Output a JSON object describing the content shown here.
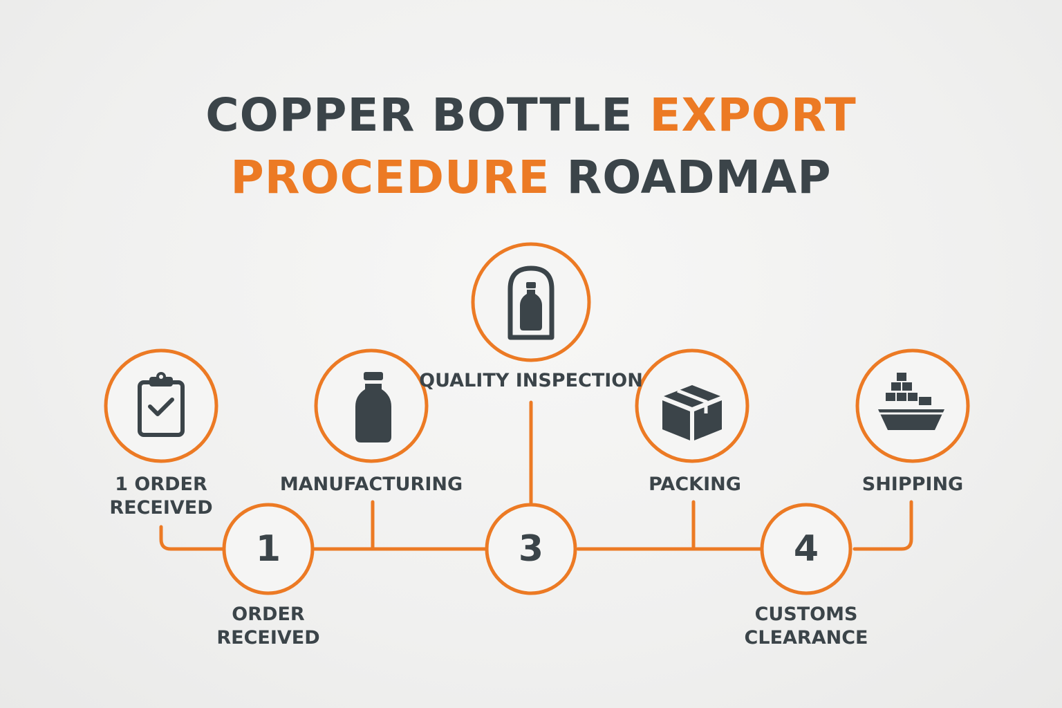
{
  "title": {
    "line1_dark": "COPPER BOTTLE ",
    "line1_accent": "EXPORT",
    "line2_accent": "PROCEDURE",
    "line2_dark": " ROADMAP"
  },
  "colors": {
    "accent": "#ec7a24",
    "text": "#3b4449",
    "background": "#f3f3f2"
  },
  "steps": [
    {
      "label_line1": "1 ORDER",
      "label_line2": "RECEIVED",
      "icon": "clipboard-check-icon"
    },
    {
      "label": "MANUFACTURING",
      "icon": "bottle-icon"
    },
    {
      "label": "QUALITY INSPECTION",
      "icon": "bottle-inspection-icon"
    },
    {
      "label": "PACKING",
      "icon": "box-icon"
    },
    {
      "label": "SHIPPING",
      "icon": "cargo-ship-icon"
    }
  ],
  "milestones": [
    {
      "number": "1",
      "label_line1": "ORDER",
      "label_line2": "RECEIVED"
    },
    {
      "number": "3"
    },
    {
      "number": "4",
      "label_line1": "CUSTOMS",
      "label_line2": "CLEARANCE"
    }
  ]
}
